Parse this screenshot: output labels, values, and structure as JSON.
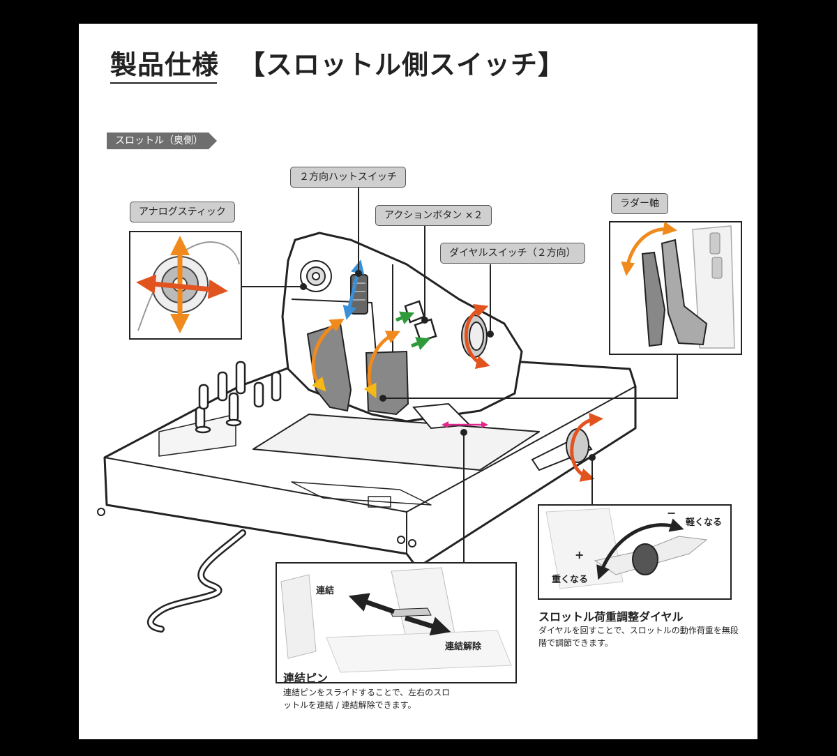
{
  "header": {
    "title": "製品仕様",
    "subtitle": "【スロットル側スイッチ】"
  },
  "section_tag": "スロットル（奥側）",
  "callouts": {
    "analog_stick": "アナログスティック",
    "hat_switch": "２方向ハットスイッチ",
    "action_buttons": "アクションボタン ×２",
    "dial_switch": "ダイヤルスイッチ（２方向）",
    "rudder_axis": "ラダー軸"
  },
  "link_pin": {
    "label_link": "連結",
    "label_unlink": "連結解除",
    "title": "連結ピン",
    "description": "連結ピンをスライドすることで、左右のスロットルを連結 / 連結解除できます。"
  },
  "load_dial": {
    "label_lighter": "軽くなる",
    "label_heavier": "重くなる",
    "sign_minus": "−",
    "sign_plus": "+",
    "title": "スロットル荷重調整ダイヤル",
    "description": "ダイヤルを回すことで、スロットルの動作荷重を無段階で調節できます。"
  },
  "colors": {
    "background": "#000000",
    "sheet": "#ffffff",
    "tag_background": "#6e6e6e",
    "pill_background": "#cfcfcf",
    "arrow_orange": "#f08a1c",
    "arrow_red": "#e2541f",
    "arrow_yellow": "#f5b816",
    "arrow_blue": "#3a8fd6",
    "arrow_green": "#2e9a3a",
    "arrow_magenta": "#e0288c"
  }
}
